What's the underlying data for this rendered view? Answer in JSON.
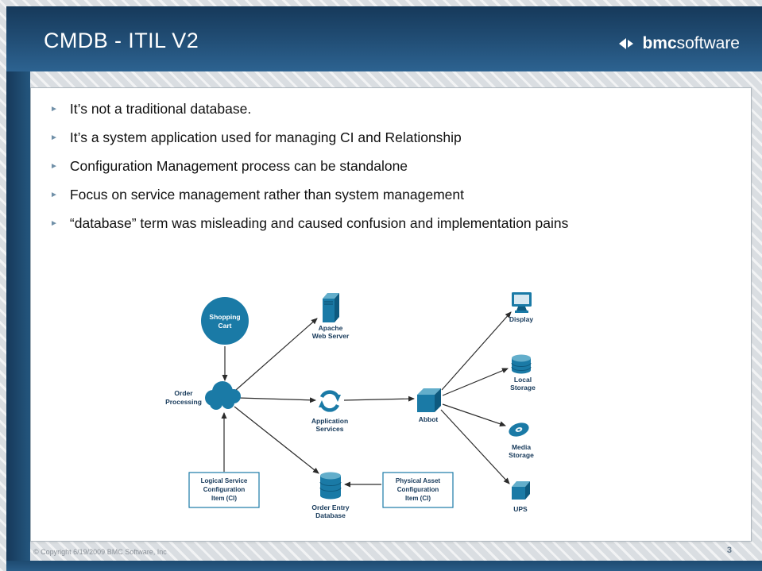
{
  "header": {
    "title": "CMDB - ITIL V2",
    "logo_bold": "bmc",
    "logo_regular": "software"
  },
  "bullet_glyph": "►",
  "bullets": [
    "It’s not a traditional database.",
    "It’s a system application used for managing CI and Relationship",
    "Configuration Management process can be standalone",
    "Focus on service management rather than system management",
    "“database” term was misleading and caused confusion and implementation pains"
  ],
  "diagram": {
    "shopping_cart": [
      "Shopping",
      "Cart"
    ],
    "order_processing": [
      "Order",
      "Processing"
    ],
    "apache": [
      "Apache",
      "Web Server"
    ],
    "application_services": [
      "Application",
      "Services"
    ],
    "abbot": "Abbot",
    "display": "Display",
    "local_storage": [
      "Local",
      "Storage"
    ],
    "media_storage": [
      "Media",
      "Storage"
    ],
    "ups": "UPS",
    "logical_ci": [
      "Logical Service",
      "Configuration",
      "Item (CI)"
    ],
    "physical_ci": [
      "Physical Asset",
      "Configuration",
      "Item (CI)"
    ],
    "order_entry_db": [
      "Order Entry",
      "Database"
    ]
  },
  "footer": {
    "copyright": "© Copyright 6/19/2009 BMC Software, Inc",
    "page_number": "3"
  },
  "colors": {
    "band_navy": "#224f77",
    "icon_blue": "#1a7aa6",
    "icon_blue_dark": "#0e5a7f",
    "icon_blue_light": "#63aecb",
    "label_navy": "#16395a",
    "bullet_marker": "#7090a8"
  }
}
